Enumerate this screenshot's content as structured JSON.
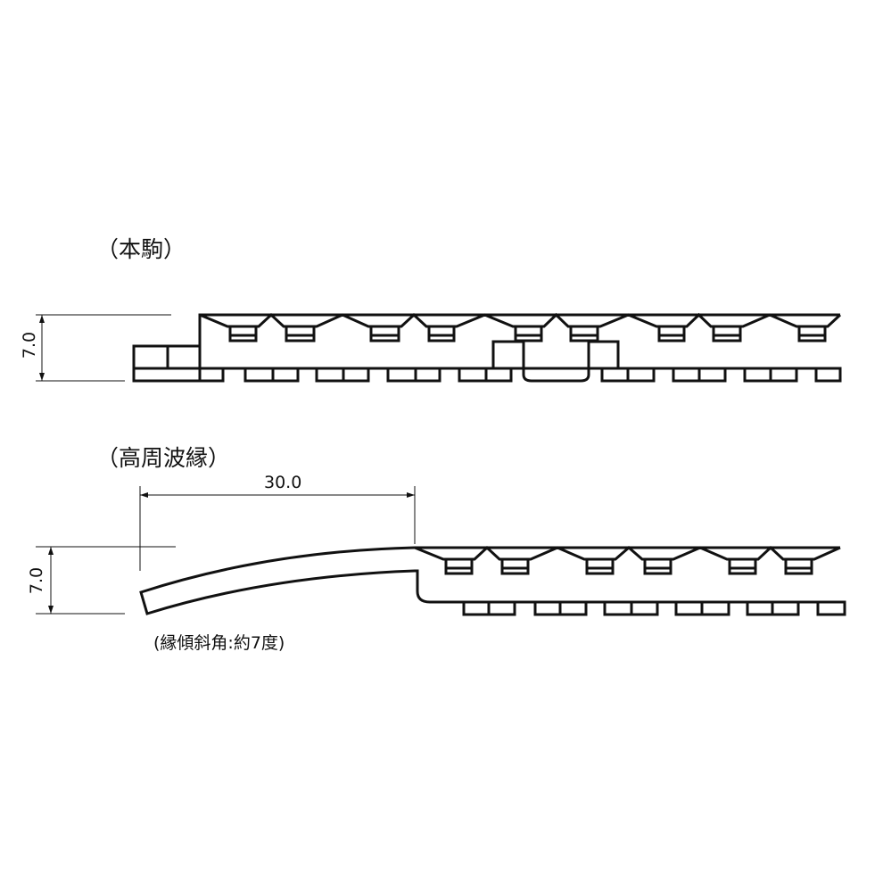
{
  "labels": {
    "top_title": "（本駒）",
    "bottom_title": "（高周波縁）",
    "top_height": "7.0",
    "bottom_height": "7.0",
    "bottom_width": "30.0",
    "edge_angle_note": "(縁傾斜角:約7度)"
  },
  "colors": {
    "line": "#111111"
  }
}
